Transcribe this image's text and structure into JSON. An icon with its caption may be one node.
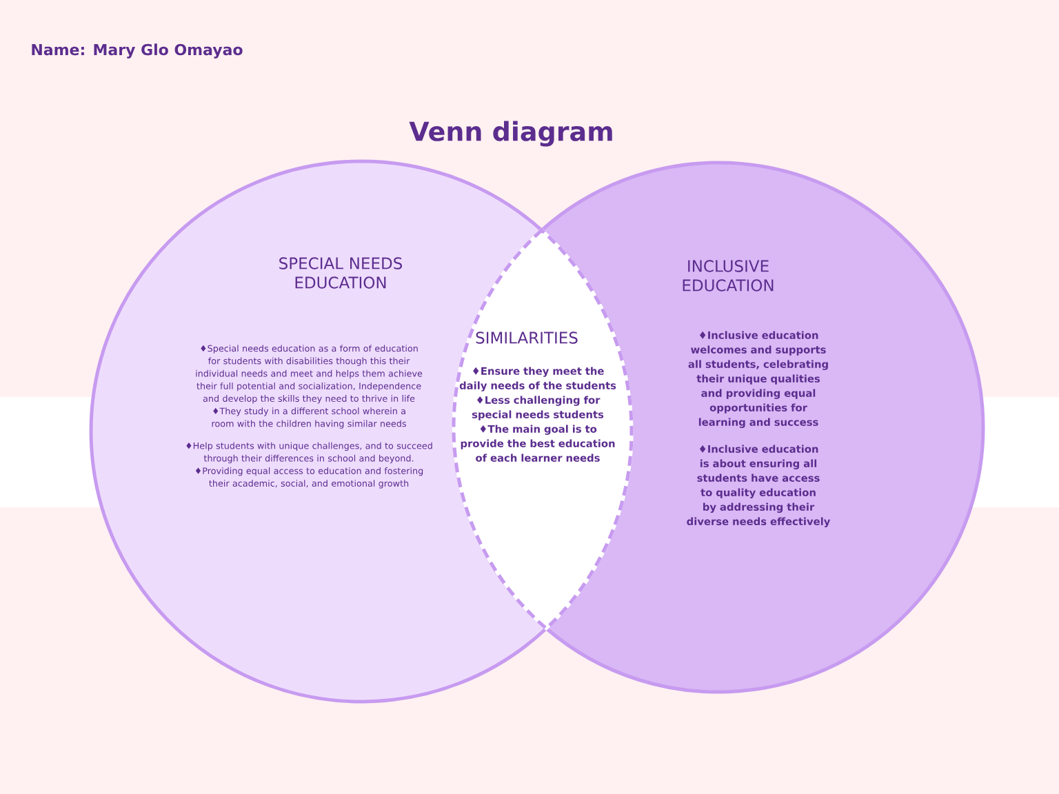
{
  "diagram": {
    "title": "Venn diagram",
    "nodes": [
      {
        "text": [
          "SPECIAL NEEDS EDUCATION",
          "♦Special needs education as a form of education for students with disabilities though this their individual needs and meet and helps them achieve their full potential and socialization, Independence and develop the skills they need to thrive in life",
          "♦They study in a different school wherein a room with the children having similar needs",
          "♦Help students with unique challenges, and to succeed through their differences in school and beyond.",
          "♦Providing equal access to education and fostering their academic, social, and emotional growth"
        ]
      },
      {
        "text": [
          "INCLUSIVE EDUCATION",
          "♦Inclusive education welcomes and supports all students, celebrating their unique qualities and providing equal opportunities for learning and success",
          "♦Inclusive education is about ensuring all students have access to quality education by addressing their diverse needs effectively"
        ]
      },
      {
        "text": [
          "SIMILARITIES",
          "♦Ensure they meet the daily needs of the students",
          "♦Less challenging for special needs students",
          "♦The main goal is to provide the best education of each learner needs"
        ]
      }
    ],
    "labels": [
      "Name: Mary Glo Omayao"
    ]
  }
}
